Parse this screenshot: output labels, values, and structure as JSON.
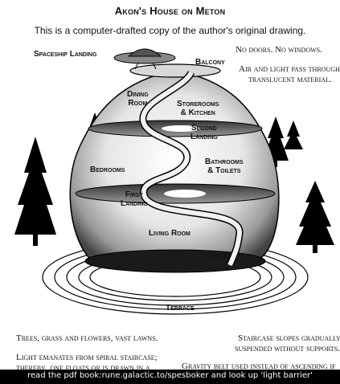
{
  "header": {
    "title": "Akon's House on Meton",
    "subtitle": "This is a computer-drafted copy of the author's original drawing."
  },
  "notes": {
    "top_right_1": "No doors.  No windows.",
    "top_right_2a": "Air and light pass through",
    "top_right_2b": "translucent material.",
    "bottom_left_1": "Trees, grass and flowers, vast lawns.",
    "bottom_left_2a": "Light emanates from spiral staircase;",
    "bottom_left_2b": "thereby, one floats or is drawn in a",
    "bottom_right_1a": "Staircase slopes gradually,",
    "bottom_right_1b": "suspended without supports.",
    "bottom_right_2": "Gravity belt used instead of ascending if"
  },
  "labels": {
    "spaceship_landing": "Spaceship Landing",
    "balcony": "Balcony",
    "dining_room_1": "Dining",
    "dining_room_2": "Room",
    "storerooms_1": "Storerooms",
    "storerooms_2": "& Kitchen",
    "second_landing_1": "Second",
    "second_landing_2": "Landing",
    "bedrooms": "Bedrooms",
    "bathrooms_1": "Bathrooms",
    "bathrooms_2": "& Toilets",
    "first_landing_1": "First",
    "first_landing_2": "Landing",
    "living_room": "Living Room",
    "outlet": "Outlet",
    "terrace": "Terrace"
  },
  "banner": {
    "text": "read the pdf book:rune.galactic.to/spesboker and look up 'light barrier'"
  }
}
